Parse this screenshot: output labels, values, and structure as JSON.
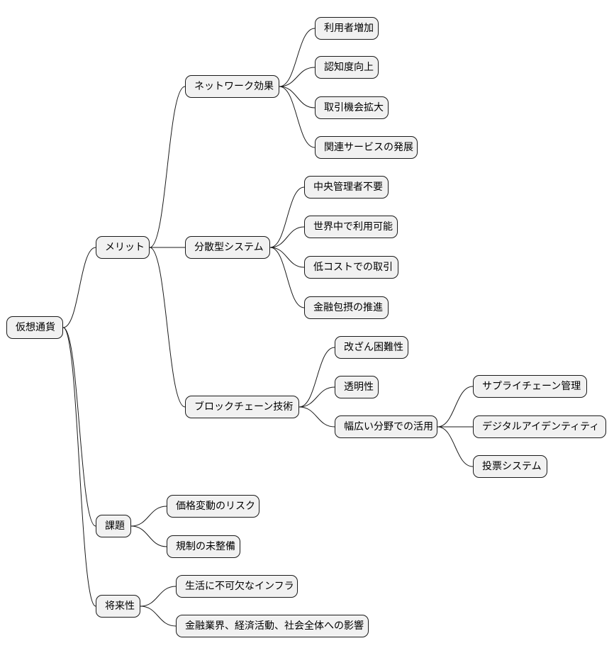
{
  "mindmap": {
    "root": "仮想通貨",
    "merit": {
      "label": "メリット",
      "network": {
        "label": "ネットワーク効果",
        "items": [
          "利用者増加",
          "認知度向上",
          "取引機会拡大",
          "関連サービスの発展"
        ]
      },
      "distributed": {
        "label": "分散型システム",
        "items": [
          "中央管理者不要",
          "世界中で利用可能",
          "低コストでの取引",
          "金融包摂の推進"
        ]
      },
      "blockchain": {
        "label": "ブロックチェーン技術",
        "items": [
          "改ざん困難性",
          "透明性",
          "幅広い分野での活用"
        ],
        "applications": [
          "サプライチェーン管理",
          "デジタルアイデンティティ",
          "投票システム"
        ]
      }
    },
    "issues": {
      "label": "課題",
      "items": [
        "価格変動のリスク",
        "規制の未整備"
      ]
    },
    "future": {
      "label": "将来性",
      "items": [
        "生活に不可欠なインフラ",
        "金融業界、経済活動、社会全体への影響"
      ]
    }
  }
}
